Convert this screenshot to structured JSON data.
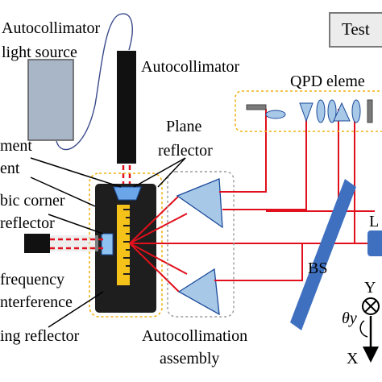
{
  "labels": {
    "test": "Test",
    "autocollimator_light_source_1": "Autocollimator",
    "autocollimator_light_source_2": "light source",
    "autocollimator": "Autocollimator",
    "qpd": "QPD eleme",
    "plane_reflector_1": "Plane",
    "plane_reflector_2": "reflector",
    "alignment_1": "ment",
    "alignment_2": "ent",
    "cubic_corner_1": "bic corner",
    "cubic_corner_2": "reflector",
    "dual_freq_1": "frequency",
    "dual_freq_2": "nterference",
    "moving_reflector": "ing reflector",
    "bs": "BS",
    "laser": "L",
    "autocollimation_1": "Autocollimation",
    "autocollimation_2": "assembly",
    "axis_y": "Y",
    "axis_theta_y": "θy",
    "axis_x": "X"
  },
  "colors": {
    "beam": "#e0101c",
    "frame": "#f0b010",
    "prism": "#a8c8e8",
    "bs": "#3f70c0",
    "stage": "#1e1e1e",
    "light_source": "#a9b6c8"
  }
}
